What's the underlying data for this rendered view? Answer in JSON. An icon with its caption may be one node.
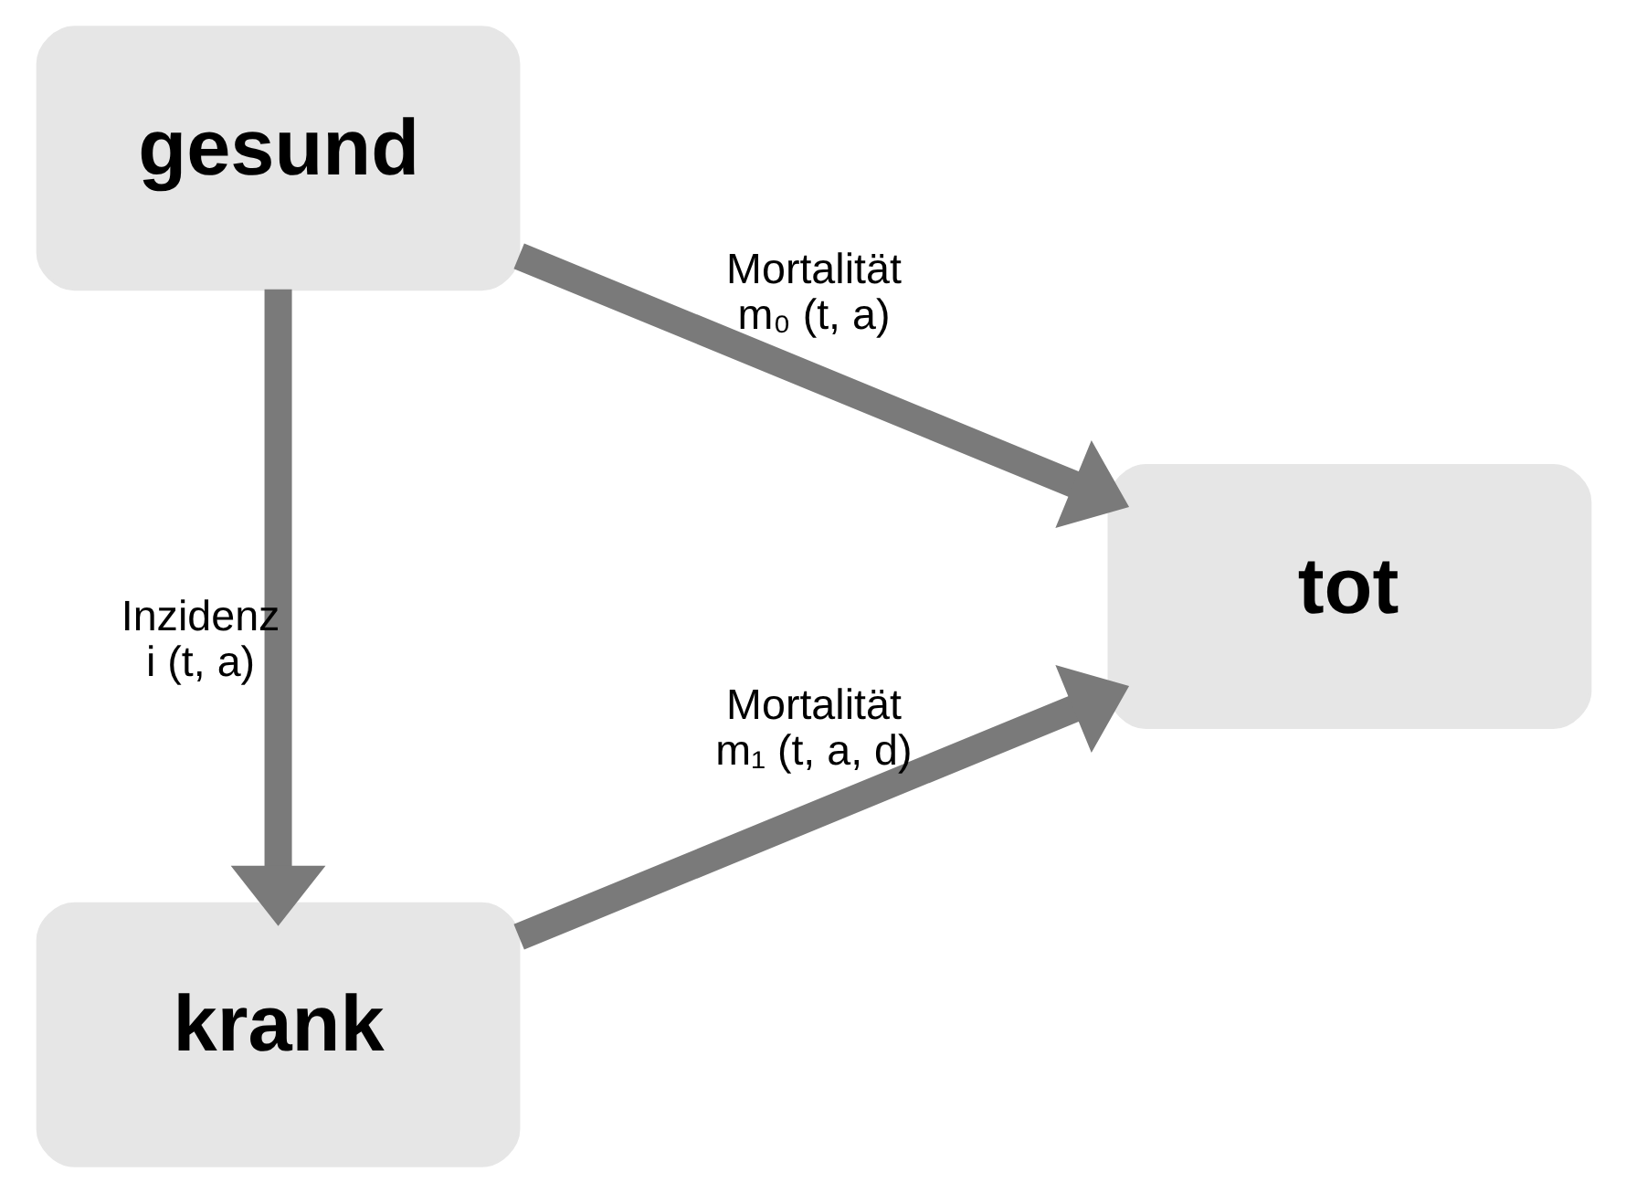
{
  "diagram": {
    "nodes": [
      {
        "text": [
          "gesund"
        ]
      },
      {
        "text": [
          "krank"
        ]
      },
      {
        "text": [
          "tot"
        ]
      }
    ],
    "edges": [
      {
        "from": 0,
        "to": 1,
        "arrow": "to",
        "label": "Inzidenz i (t, a)"
      },
      {
        "from": 0,
        "to": 2,
        "arrow": "to",
        "label": "Mortalität m₀ (t, a)"
      },
      {
        "from": 1,
        "to": 2,
        "arrow": "to",
        "label": "Mortalität m₁ (t, a, d)"
      }
    ]
  }
}
